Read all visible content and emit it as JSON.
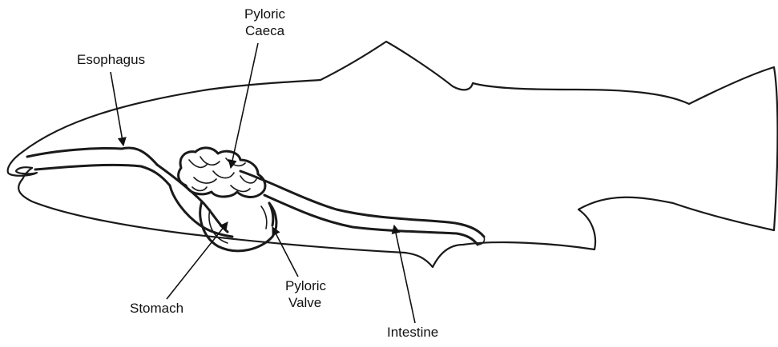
{
  "labels": {
    "esophagus": "Esophagus",
    "pyloric_caeca_line1": "Pyloric",
    "pyloric_caeca_line2": "Caeca",
    "stomach": "Stomach",
    "pyloric_valve_line1": "Pyloric",
    "pyloric_valve_line2": "Valve",
    "intestine": "Intestine"
  },
  "colors": {
    "ink": "#1a1a1a",
    "background": "#ffffff"
  }
}
